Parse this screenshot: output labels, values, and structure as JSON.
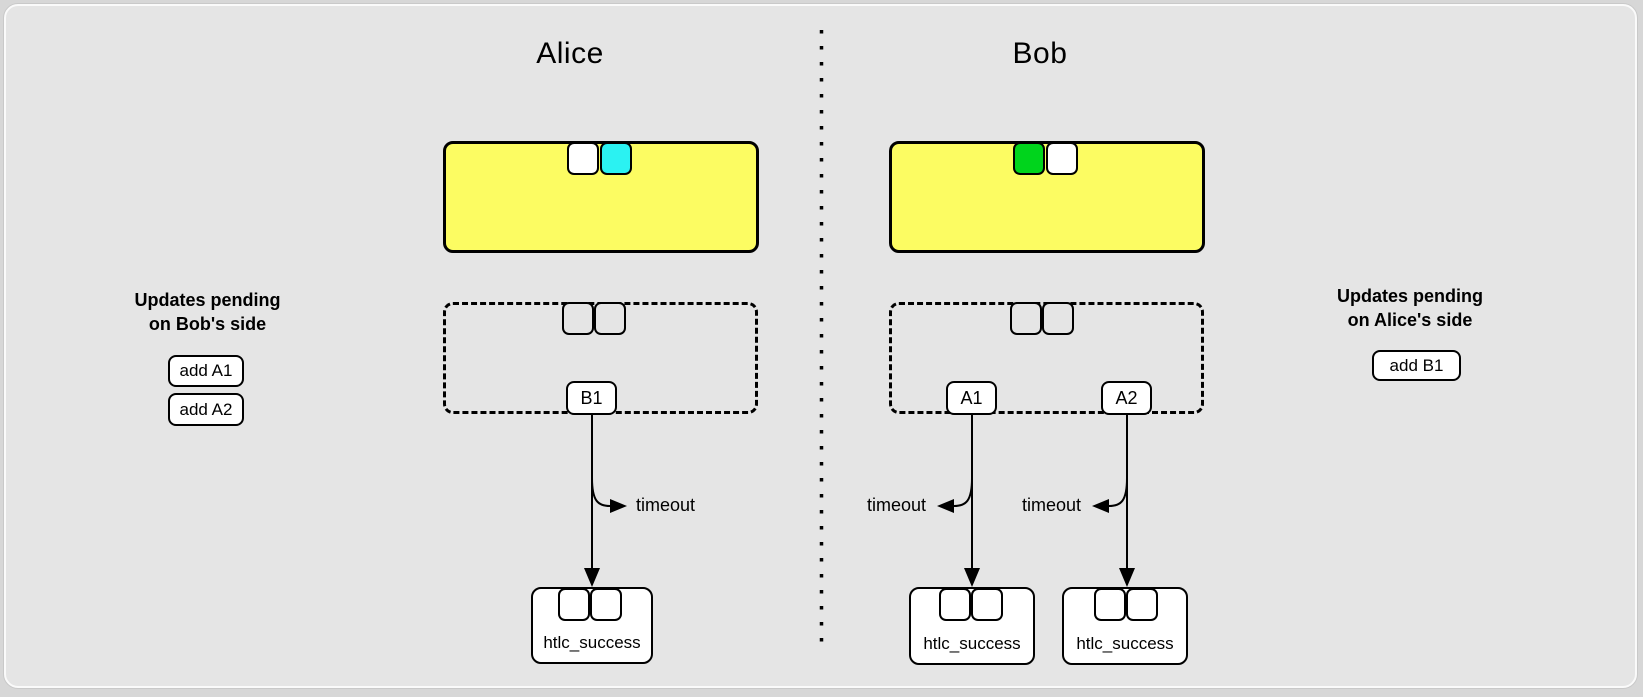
{
  "colors": {
    "canvas_bg": "#e5e5e5",
    "page_bg": "#d7d7d7",
    "commitment_yellow": "#fcfc62",
    "htlc_cyan": "#2bf2f2",
    "htlc_green": "#00d41c",
    "box_white": "#ffffff",
    "stroke": "#000000"
  },
  "titles": {
    "alice": "Alice",
    "bob": "Bob"
  },
  "alice": {
    "htlc_output_b1": "B1",
    "timeout": "timeout",
    "htlc_success": "htlc_success"
  },
  "bob": {
    "htlc_output_a1": "A1",
    "htlc_output_a2": "A2",
    "timeout_a1": "timeout",
    "timeout_a2": "timeout",
    "htlc_success_a1": "htlc_success",
    "htlc_success_a2": "htlc_success"
  },
  "left_note": {
    "line1": "Updates pending",
    "line2": "on Bob's side",
    "updates": [
      "add A1",
      "add A2"
    ]
  },
  "right_note": {
    "line1": "Updates pending",
    "line2": "on Alice's side",
    "updates": [
      "add B1"
    ]
  }
}
